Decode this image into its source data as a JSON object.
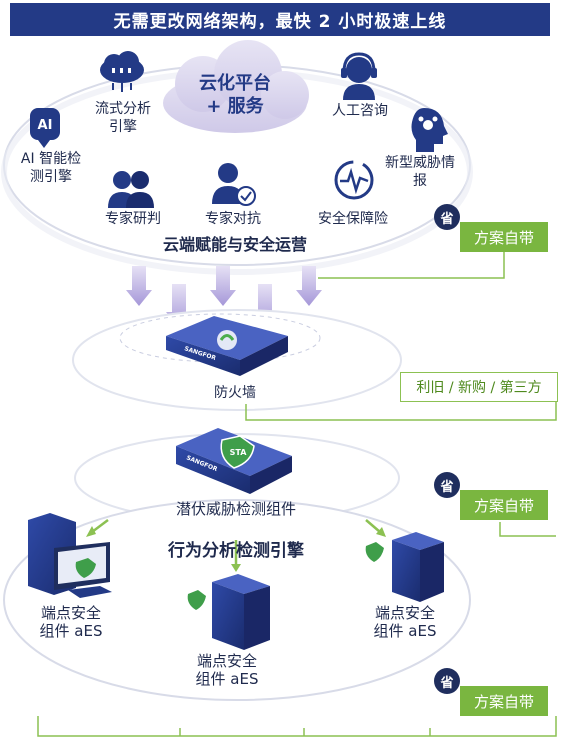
{
  "banner": "无需更改网络架构，最快 2 小时极速上线",
  "cloud": {
    "line1": "云化平台",
    "line2": "+ 服务"
  },
  "services": {
    "streaming": "流式分析引擎",
    "ai": "AI 智能检测引擎",
    "expert_analysis": "专家研判",
    "expert_response": "专家对抗",
    "insurance": "安全保障险",
    "manual": "人工咨询",
    "threat_intel": "新型威胁情报"
  },
  "layer1_title": "云端赋能与安全运营",
  "firewall_label": "防火墙",
  "sta_label": "潜伏威胁检测组件",
  "engine_label": "行为分析检测引擎",
  "endpoints": [
    "端点安全组件 aES",
    "端点安全组件 aES",
    "端点安全组件 aES"
  ],
  "tags": {
    "reuse": "利旧 / 新购 / 第三方"
  },
  "badges": {
    "save": "省",
    "bundle": "方案自带"
  },
  "device_brand": "SANGFOR",
  "sta_text": "STA",
  "colors": {
    "navy": "#233a86",
    "green": "#7ab640",
    "purple": "#b3a6dc"
  }
}
